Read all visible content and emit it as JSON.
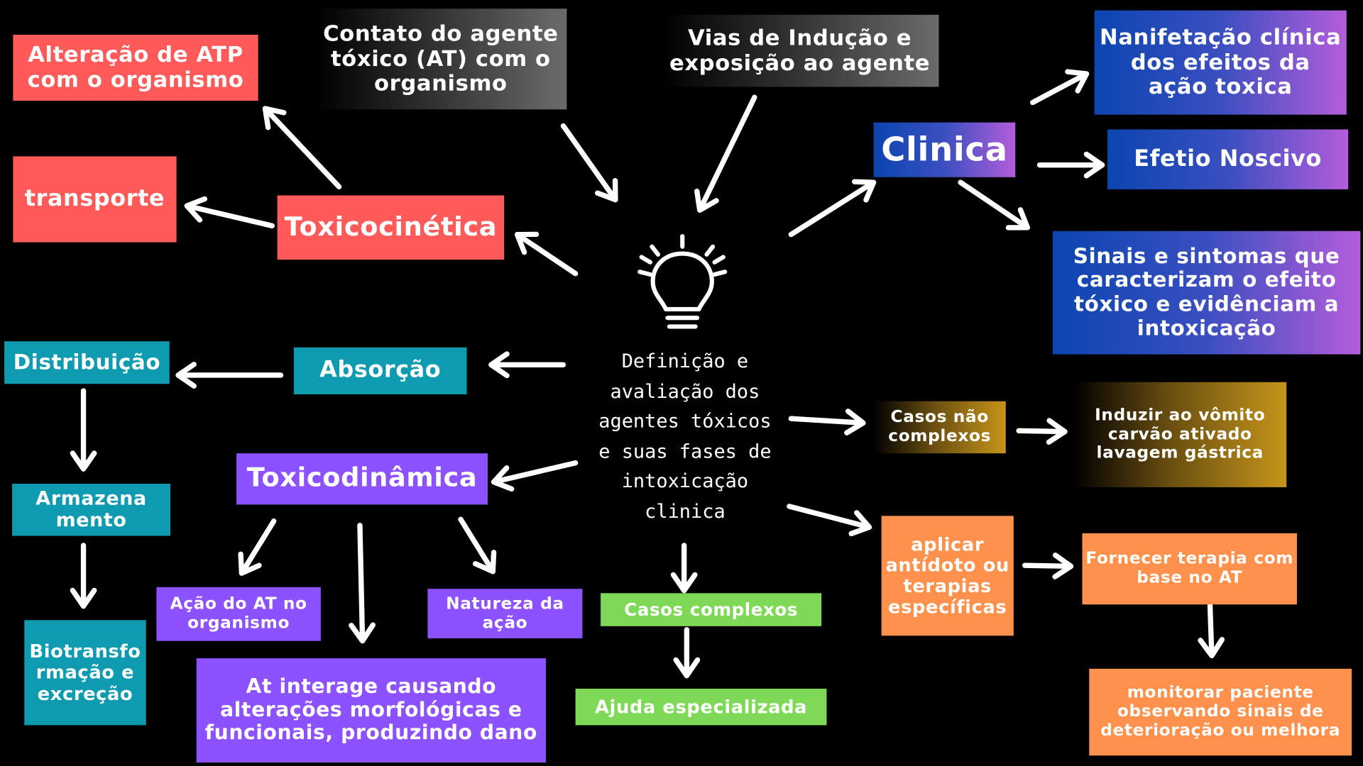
{
  "center": {
    "label": "Definição e avaliação dos agentes tóxicos e suas fases de intoxicação clinica",
    "icon": "lightbulb-icon"
  },
  "nodes": {
    "atp": "Alteração de ATP com o organismo",
    "contato": "Contato do agente tóxico (AT) com o organismo",
    "vias": "Vias de Indução e exposição ao agente",
    "nanifetacao": "Nanifetação clínica dos efeitos da ação toxica",
    "clinica": "Clinica",
    "efetio": "Efetio Noscivo",
    "sinais": "Sinais e sintomas que caracterizam o efeito tóxico e evidênciam a intoxicação",
    "transporte": "transporte",
    "toxicocinetica": "Toxicocinética",
    "distribuicao": "Distribuição",
    "absorcao": "Absorção",
    "armazenamento": "Armazena mento",
    "biotransformacao": "Biotransfo rmação e excreção",
    "toxicodinamica": "Toxicodinâmica",
    "acao": "Ação do AT no organismo",
    "natureza": "Natureza da ação",
    "interage": "At interage causando alterações morfológicas e funcionais, produzindo dano",
    "complexos": "Casos complexos",
    "ajuda": "Ajuda especializada",
    "nao_complexos": "Casos não complexos",
    "induzir": "Induzir ao vômito carvão ativado lavagem gástrica",
    "aplicar": "aplicar antídoto ou terapias específicas",
    "fornecer": "Fornecer terapia com base no AT",
    "monitorar": "monitorar paciente observando sinais de deterioração ou melhora"
  },
  "colors": {
    "red": "#ff5a5a",
    "teal": "#0e9bb0",
    "purple": "#8c52ff",
    "green": "#7ed957",
    "orange": "#ff914d",
    "blue": "#0b45b0",
    "gold": "#c5951a"
  }
}
